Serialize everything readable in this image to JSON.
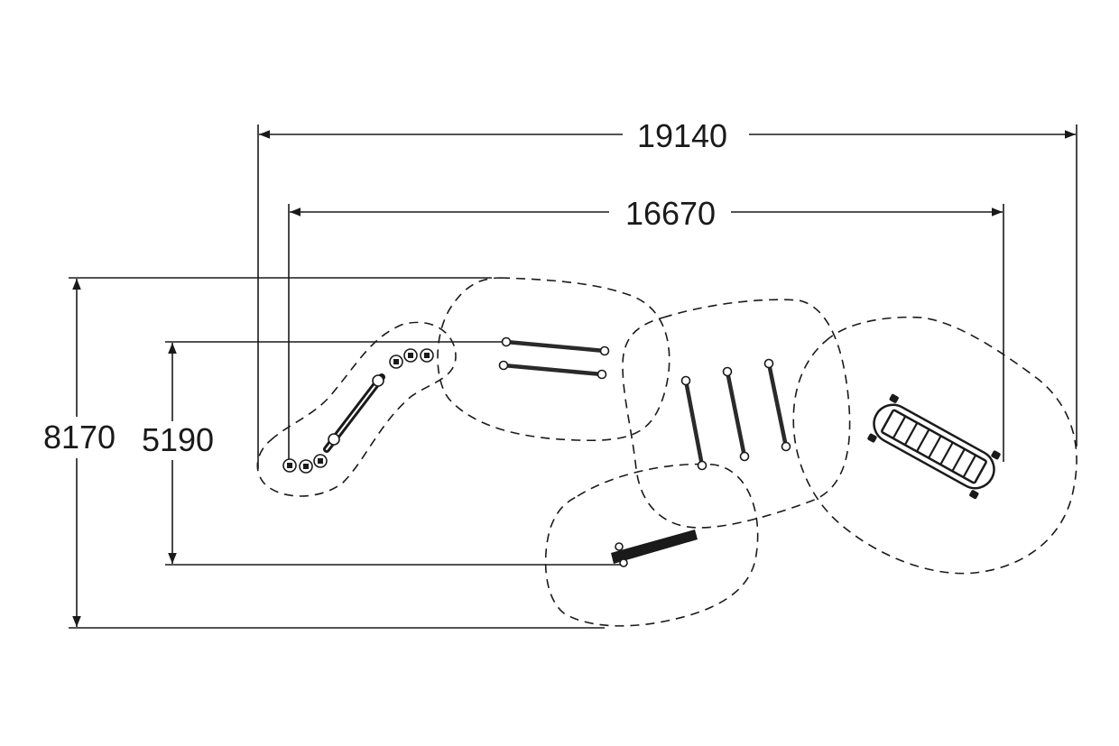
{
  "dimensions": {
    "overall_width": "19140",
    "inner_width": "16670",
    "overall_depth": "8170",
    "inner_depth": "5190"
  },
  "colors": {
    "line": "#1a1a1a",
    "background": "#ffffff"
  }
}
